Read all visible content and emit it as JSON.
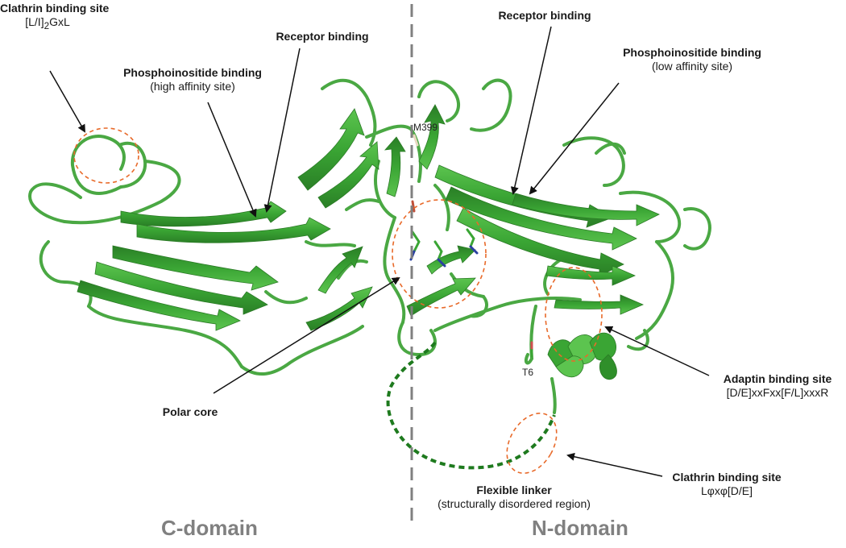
{
  "labels": {
    "clathrin_left": {
      "title": "Clathrin binding site",
      "motif_pre": "[L/I]",
      "motif_sub": "2",
      "motif_post": "GxL"
    },
    "receptor_left": {
      "title": "Receptor binding"
    },
    "phospho_high": {
      "title": "Phosphoinositide binding",
      "sub": "(high affinity site)"
    },
    "receptor_right": {
      "title": "Receptor binding"
    },
    "phospho_low": {
      "title": "Phosphoinositide binding",
      "sub": "(low affinity site)"
    },
    "polar_core": {
      "title": "Polar core"
    },
    "adaptin": {
      "title": "Adaptin binding site",
      "sub": "[D/E]xxFxx[F/L]xxxR"
    },
    "clathrin_right": {
      "title": "Clathrin binding site",
      "sub": "Lφxφ[D/E]"
    },
    "linker": {
      "title": "Flexible linker",
      "sub": "(structurally disordered region)"
    }
  },
  "residues": {
    "m399": "M399",
    "t6": "T6"
  },
  "domains": {
    "c": "C-domain",
    "n": "N-domain"
  },
  "colors": {
    "strand_dark": "#2f8f2a",
    "strand_mid": "#3aa534",
    "strand_light": "#5cc44f",
    "coil": "#4aa843",
    "site_circle": "#e86a2a",
    "divider": "#808080",
    "arrow": "#111111"
  }
}
